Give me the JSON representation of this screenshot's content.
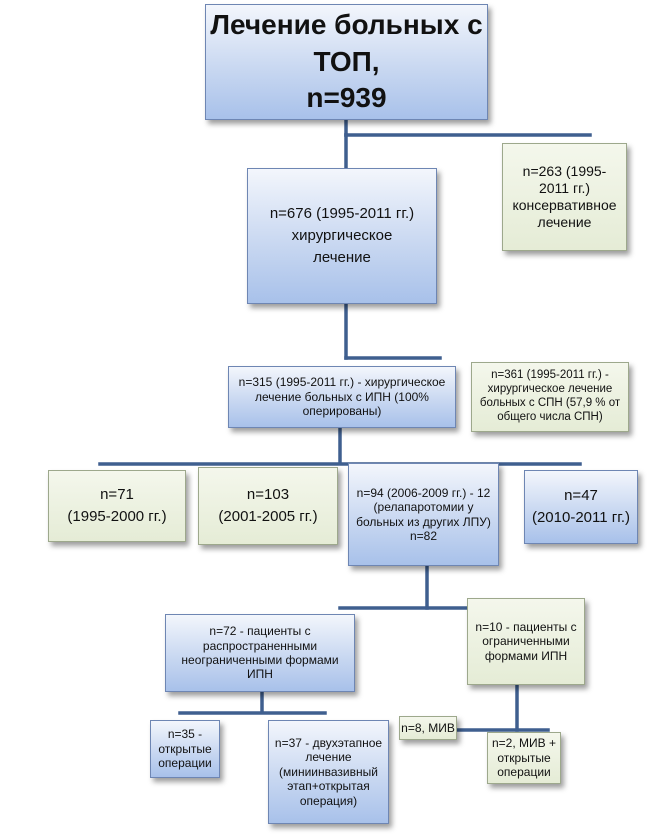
{
  "diagram": {
    "root": {
      "lines": [
        "Лечение больных с ТОП,",
        "n=939"
      ]
    },
    "surgical": {
      "lines": [
        "n=676 (1995-2011 гг.)",
        "хирургическое",
        "лечение"
      ]
    },
    "conservative": {
      "lines": [
        "n=263 (1995-",
        "2011 гг.)",
        "консервативное",
        "лечение"
      ]
    },
    "ipn": {
      "lines": [
        "n=315 (1995-2011 гг.) - хирургическое",
        "лечение больных с ИПН (100%",
        "оперированы)"
      ]
    },
    "spn": {
      "lines": [
        "n=361 (1995-2011 гг.) -",
        "хирургическое лечение",
        "больных с СПН (57,9 % от",
        "общего числа СПН)"
      ]
    },
    "p1": {
      "lines": [
        "n=71",
        "(1995-2000 гг.)"
      ]
    },
    "p2": {
      "lines": [
        "n=103",
        "(2001-2005 гг.)"
      ]
    },
    "p3": {
      "lines": [
        "n=94 (2006-2009 гг.) - 12",
        "(релапаротомии у",
        "больных из других ЛПУ)",
        "n=82"
      ]
    },
    "p4": {
      "lines": [
        "n=47",
        "(2010-2011 гг.)"
      ]
    },
    "wide": {
      "lines": [
        "n=72  -  пациенты с",
        "распространенными",
        "неограниченными формами",
        "ИПН"
      ]
    },
    "limited": {
      "lines": [
        "n=10 - пациенты с",
        "ограниченными",
        "формами ИПН"
      ]
    },
    "open35": {
      "lines": [
        "n=35 -",
        "открытые",
        "операции"
      ]
    },
    "twostage": {
      "lines": [
        "n=37 - двухэтапное",
        "лечение",
        "(миниинвазивный",
        "этап+открытая",
        "операция)"
      ]
    },
    "miv8": {
      "lines": [
        "n=8, МИВ"
      ]
    },
    "miv2": {
      "lines": [
        "n=2, МИВ +",
        "открытые",
        "операции"
      ]
    }
  },
  "colors": {
    "connector": "#3f5f8f",
    "blue_box": "#b9cdef",
    "green_box": "#e8eedb"
  }
}
